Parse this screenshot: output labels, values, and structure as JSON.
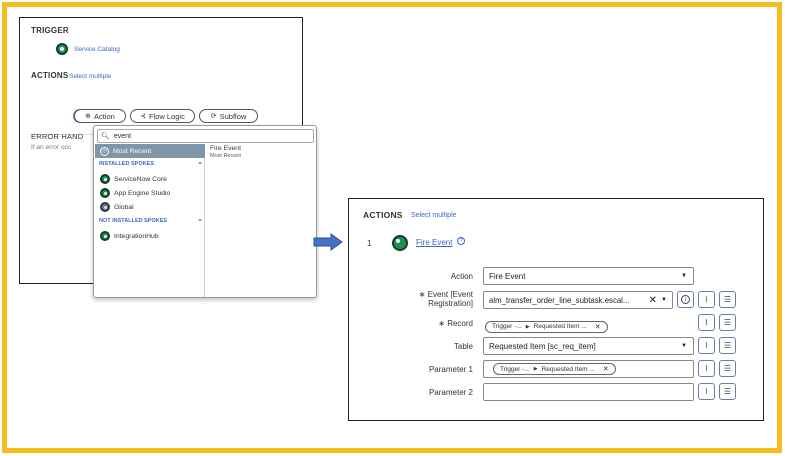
{
  "left": {
    "trigger_title": "TRIGGER",
    "trigger_item": "Service Catalog",
    "actions_title": "ACTIONS",
    "select_multiple": "Select multiple",
    "buttons": {
      "action": "Action",
      "flow_logic": "Flow Logic",
      "subflow": "Subflow"
    },
    "error_title": "ERROR HAND",
    "error_text": "If an error occ",
    "search_value": "event",
    "most_recent": "Most Recent",
    "installed_header": "INSTALLED SPOKES",
    "installed_items": [
      "ServiceNow Core",
      "App Engine Studio",
      "Global"
    ],
    "not_installed_header": "NOT INSTALLED SPOKES",
    "not_installed_items": [
      "IntegrationHub"
    ],
    "result_title": "Fire Event",
    "result_sub": "Most Recent"
  },
  "right": {
    "actions_title": "ACTIONS",
    "select_multiple": "Select multiple",
    "step_number": "1",
    "step_name": "Fire Event",
    "labels": {
      "action": "Action",
      "event_line1": "Event [Event",
      "event_line2": "Registration]",
      "record": "Record",
      "table": "Table",
      "param1": "Parameter 1",
      "param2": "Parameter 2"
    },
    "action_value": "Fire Event",
    "event_value": "alm_transfer_order_line_subtask.escal...",
    "record_tag_a": "Trigger -...",
    "record_tag_b": "Requested Item ...",
    "table_value": "Requested Item [sc_req_item]",
    "param1_tag_a": "Trigger -...",
    "param1_tag_b": "Requested Item ...",
    "param2_value": ""
  },
  "colors": {
    "frame": "#f7bf1e",
    "link": "#3d67c9",
    "arrow": "#4472c4",
    "selected": "#7f95a8"
  }
}
